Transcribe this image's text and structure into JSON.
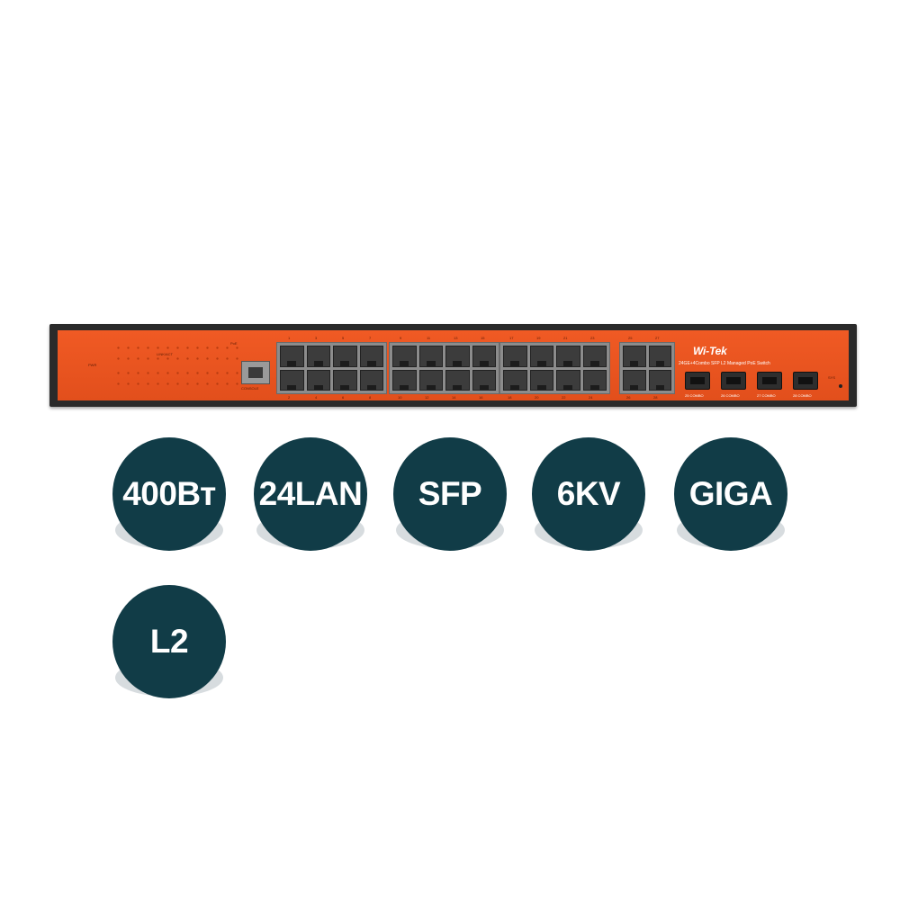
{
  "device": {
    "brand": "Wi-Tek",
    "model_text": "24GE+4Combo SFP L2 Managed PoE Switch",
    "console_label": "CONSOLE",
    "top_port_numbers": [
      "1",
      "3",
      "5",
      "7",
      "9",
      "11",
      "13",
      "15",
      "17",
      "19",
      "21",
      "23",
      "25",
      "27"
    ],
    "bottom_port_numbers": [
      "2",
      "4",
      "6",
      "8",
      "10",
      "12",
      "14",
      "16",
      "18",
      "20",
      "22",
      "24",
      "26",
      "28"
    ],
    "sfp_labels": [
      "25 COMBO",
      "26 COMBO",
      "27 COMBO",
      "28 COMBO"
    ],
    "led_labels": {
      "pwr": "PWR",
      "poe": "PoE",
      "link": "LINK/ACT",
      "sys": "SYS"
    },
    "chassis_color": "#2a2a2a",
    "panel_color": "#f05a24"
  },
  "badges": [
    "400Вт",
    "24LAN",
    "SFP",
    "6KV",
    "GIGA",
    "L2"
  ],
  "badge_color": "#113c47",
  "badge_text_color": "#ffffff"
}
